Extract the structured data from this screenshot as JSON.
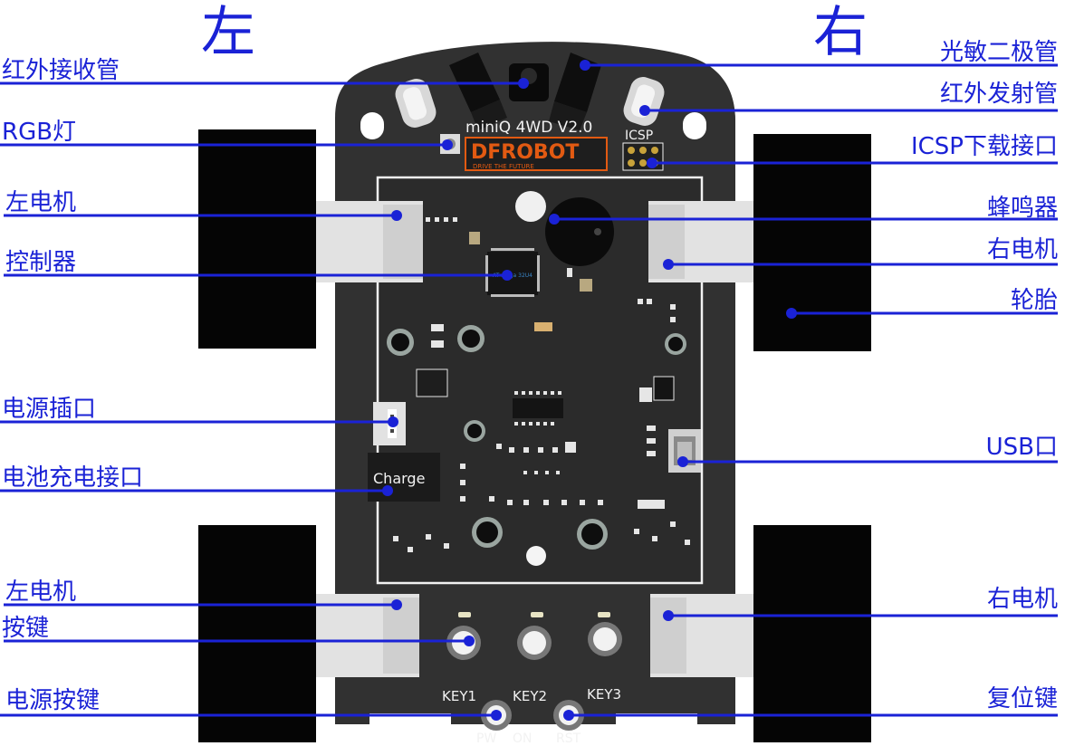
{
  "headings": {
    "left": "左",
    "right": "右"
  },
  "board": {
    "model": "miniQ 4WD V2.0",
    "brand": "DFROBOT",
    "slogan": "DRIVE THE FUTURE",
    "icsp": "ICSP",
    "charge": "Charge",
    "chip_text": "AT mega 32U4",
    "keys": {
      "key1": "KEY1",
      "key2": "KEY2",
      "key3": "KEY3",
      "pw": "PW",
      "on": "ON",
      "rst": "RST"
    }
  },
  "callouts": {
    "ir_receiver": "红外接收管",
    "rgb_led": "RGB灯",
    "left_motor": "左电机",
    "controller": "控制器",
    "power_jack": "电源插口",
    "battery_charge": "电池充电接口",
    "left_motor_rear": "左电机",
    "buttons": "按键",
    "power_button": "电源按键",
    "photoresistor": "光敏二极管",
    "ir_emitter": "红外发射管",
    "icsp_port": "ICSP下载接口",
    "buzzer": "蜂鸣器",
    "right_motor": "右电机",
    "tire": "轮胎",
    "usb_port": "USB口",
    "right_motor_rear": "右电机",
    "reset_button": "复位键"
  },
  "colors": {
    "board": "#313131",
    "board_dark": "#1f1f1f",
    "wheel": "#050505",
    "motor": "#e2e2e2",
    "leader": "#1a22d6",
    "heading": "#1a22d6",
    "silk": "#f2f2f2",
    "logo": "#e25a12"
  }
}
